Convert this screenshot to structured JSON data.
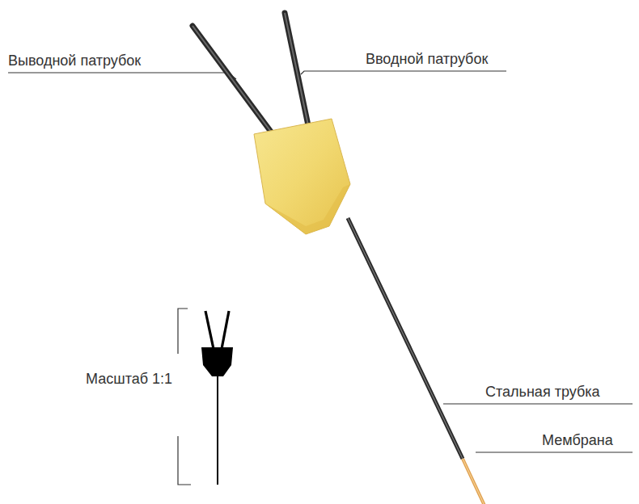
{
  "diagram": {
    "labels": [
      "Выводной патрубок",
      "Вводной патрубок",
      "Стальная трубка",
      "Мембрана",
      "Масштаб 1:1"
    ]
  }
}
